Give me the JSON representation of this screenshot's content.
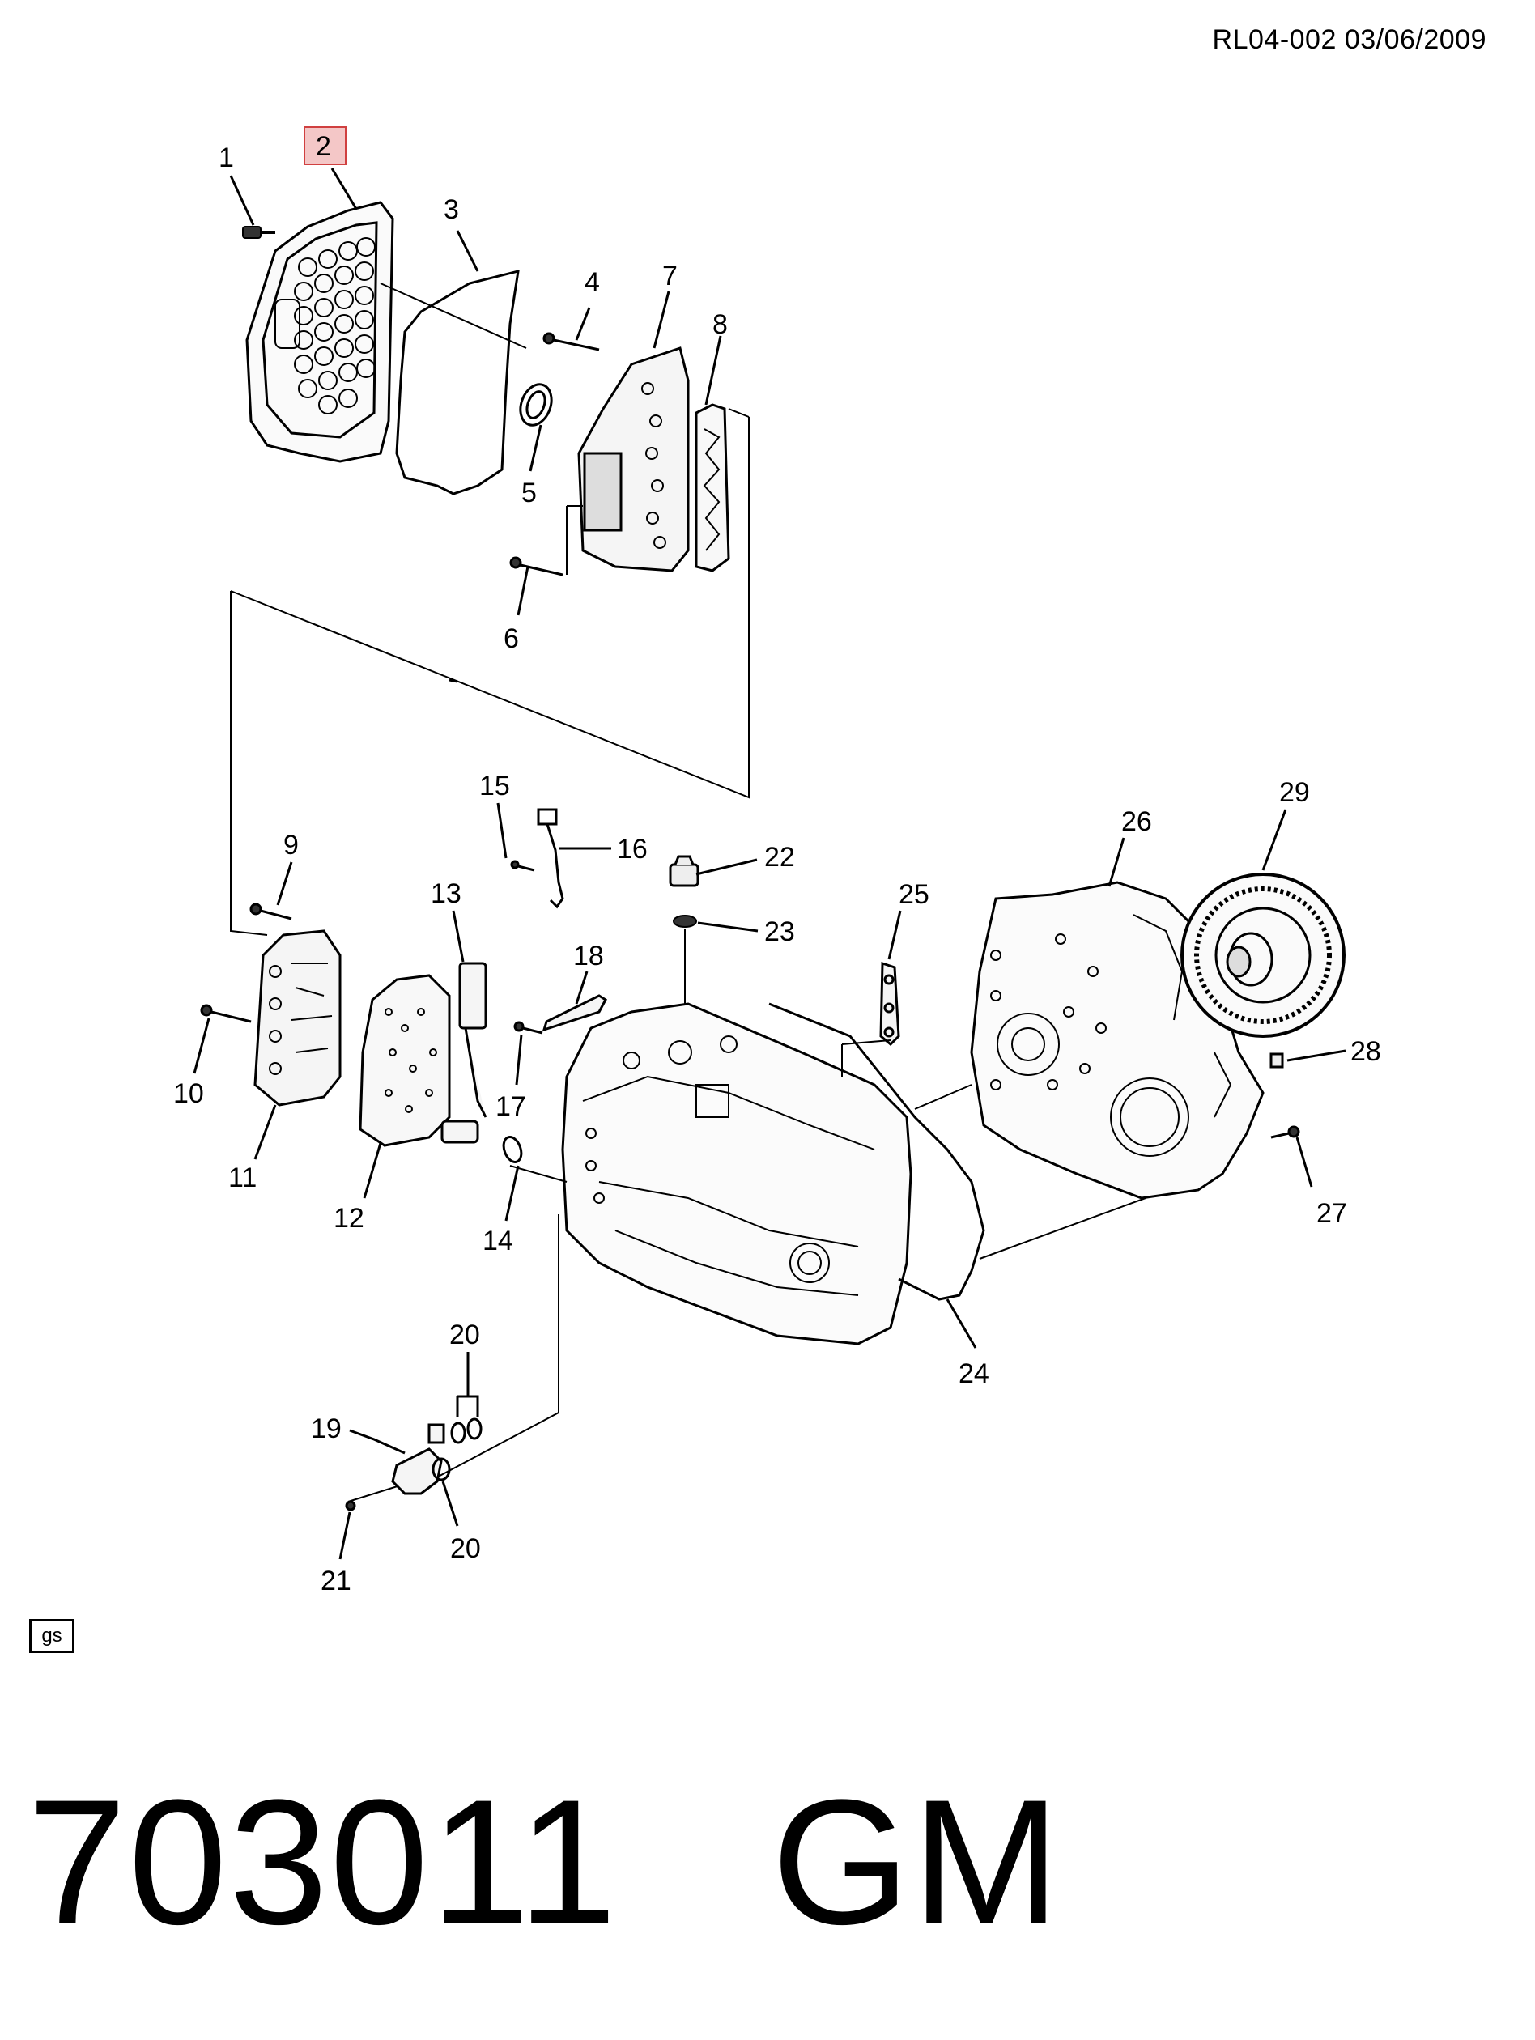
{
  "header": {
    "code": "RL04-002  03/06/2009"
  },
  "highlight": {
    "color": "#f4c7c7",
    "border": "#d04040"
  },
  "callouts": [
    "1",
    "2",
    "3",
    "4",
    "5",
    "6",
    "7",
    "8",
    "9",
    "10",
    "11",
    "12",
    "13",
    "14",
    "15",
    "16",
    "17",
    "18",
    "19",
    "20",
    "20",
    "21",
    "22",
    "23",
    "24",
    "25",
    "26",
    "27",
    "28",
    "29"
  ],
  "badge": {
    "label": "gs"
  },
  "footer": {
    "title": "703011   GM"
  }
}
